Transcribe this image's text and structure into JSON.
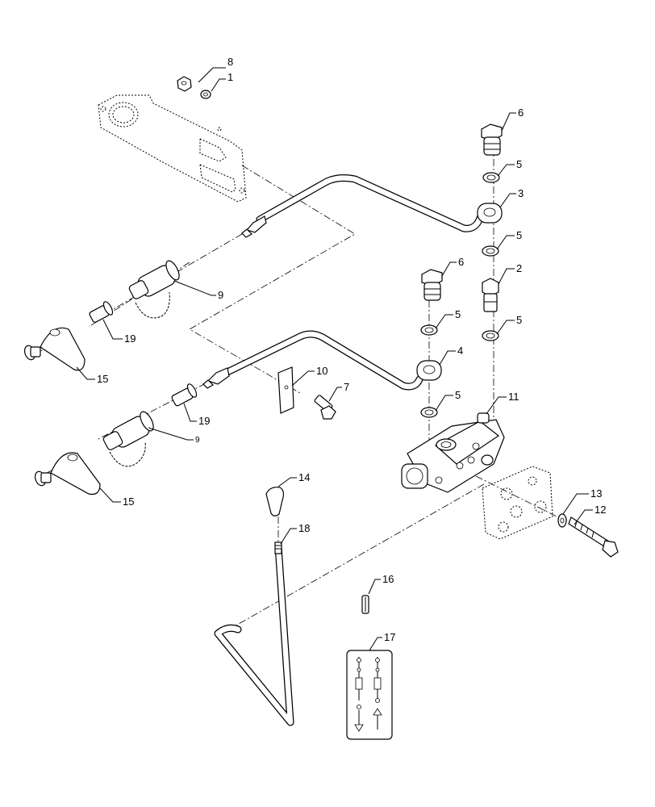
{
  "callouts": [
    {
      "id": "c8",
      "label": "8"
    },
    {
      "id": "c1",
      "label": "1"
    },
    {
      "id": "c6a",
      "label": "6"
    },
    {
      "id": "c5a",
      "label": "5"
    },
    {
      "id": "c3",
      "label": "3"
    },
    {
      "id": "c5b",
      "label": "5"
    },
    {
      "id": "c6b",
      "label": "6"
    },
    {
      "id": "c2",
      "label": "2"
    },
    {
      "id": "c5c",
      "label": "5"
    },
    {
      "id": "c5d",
      "label": "5"
    },
    {
      "id": "c4",
      "label": "4"
    },
    {
      "id": "c9a",
      "label": "9"
    },
    {
      "id": "c19a",
      "label": "19"
    },
    {
      "id": "c15a",
      "label": "15"
    },
    {
      "id": "c10",
      "label": "10"
    },
    {
      "id": "c7",
      "label": "7"
    },
    {
      "id": "c5e",
      "label": "5"
    },
    {
      "id": "c11",
      "label": "11"
    },
    {
      "id": "c19b",
      "label": "19"
    },
    {
      "id": "c9b",
      "label": "9"
    },
    {
      "id": "c15b",
      "label": "15"
    },
    {
      "id": "c14",
      "label": "14"
    },
    {
      "id": "c13",
      "label": "13"
    },
    {
      "id": "c12",
      "label": "12"
    },
    {
      "id": "c18",
      "label": "18"
    },
    {
      "id": "c16",
      "label": "16"
    },
    {
      "id": "c17",
      "label": "17"
    }
  ]
}
